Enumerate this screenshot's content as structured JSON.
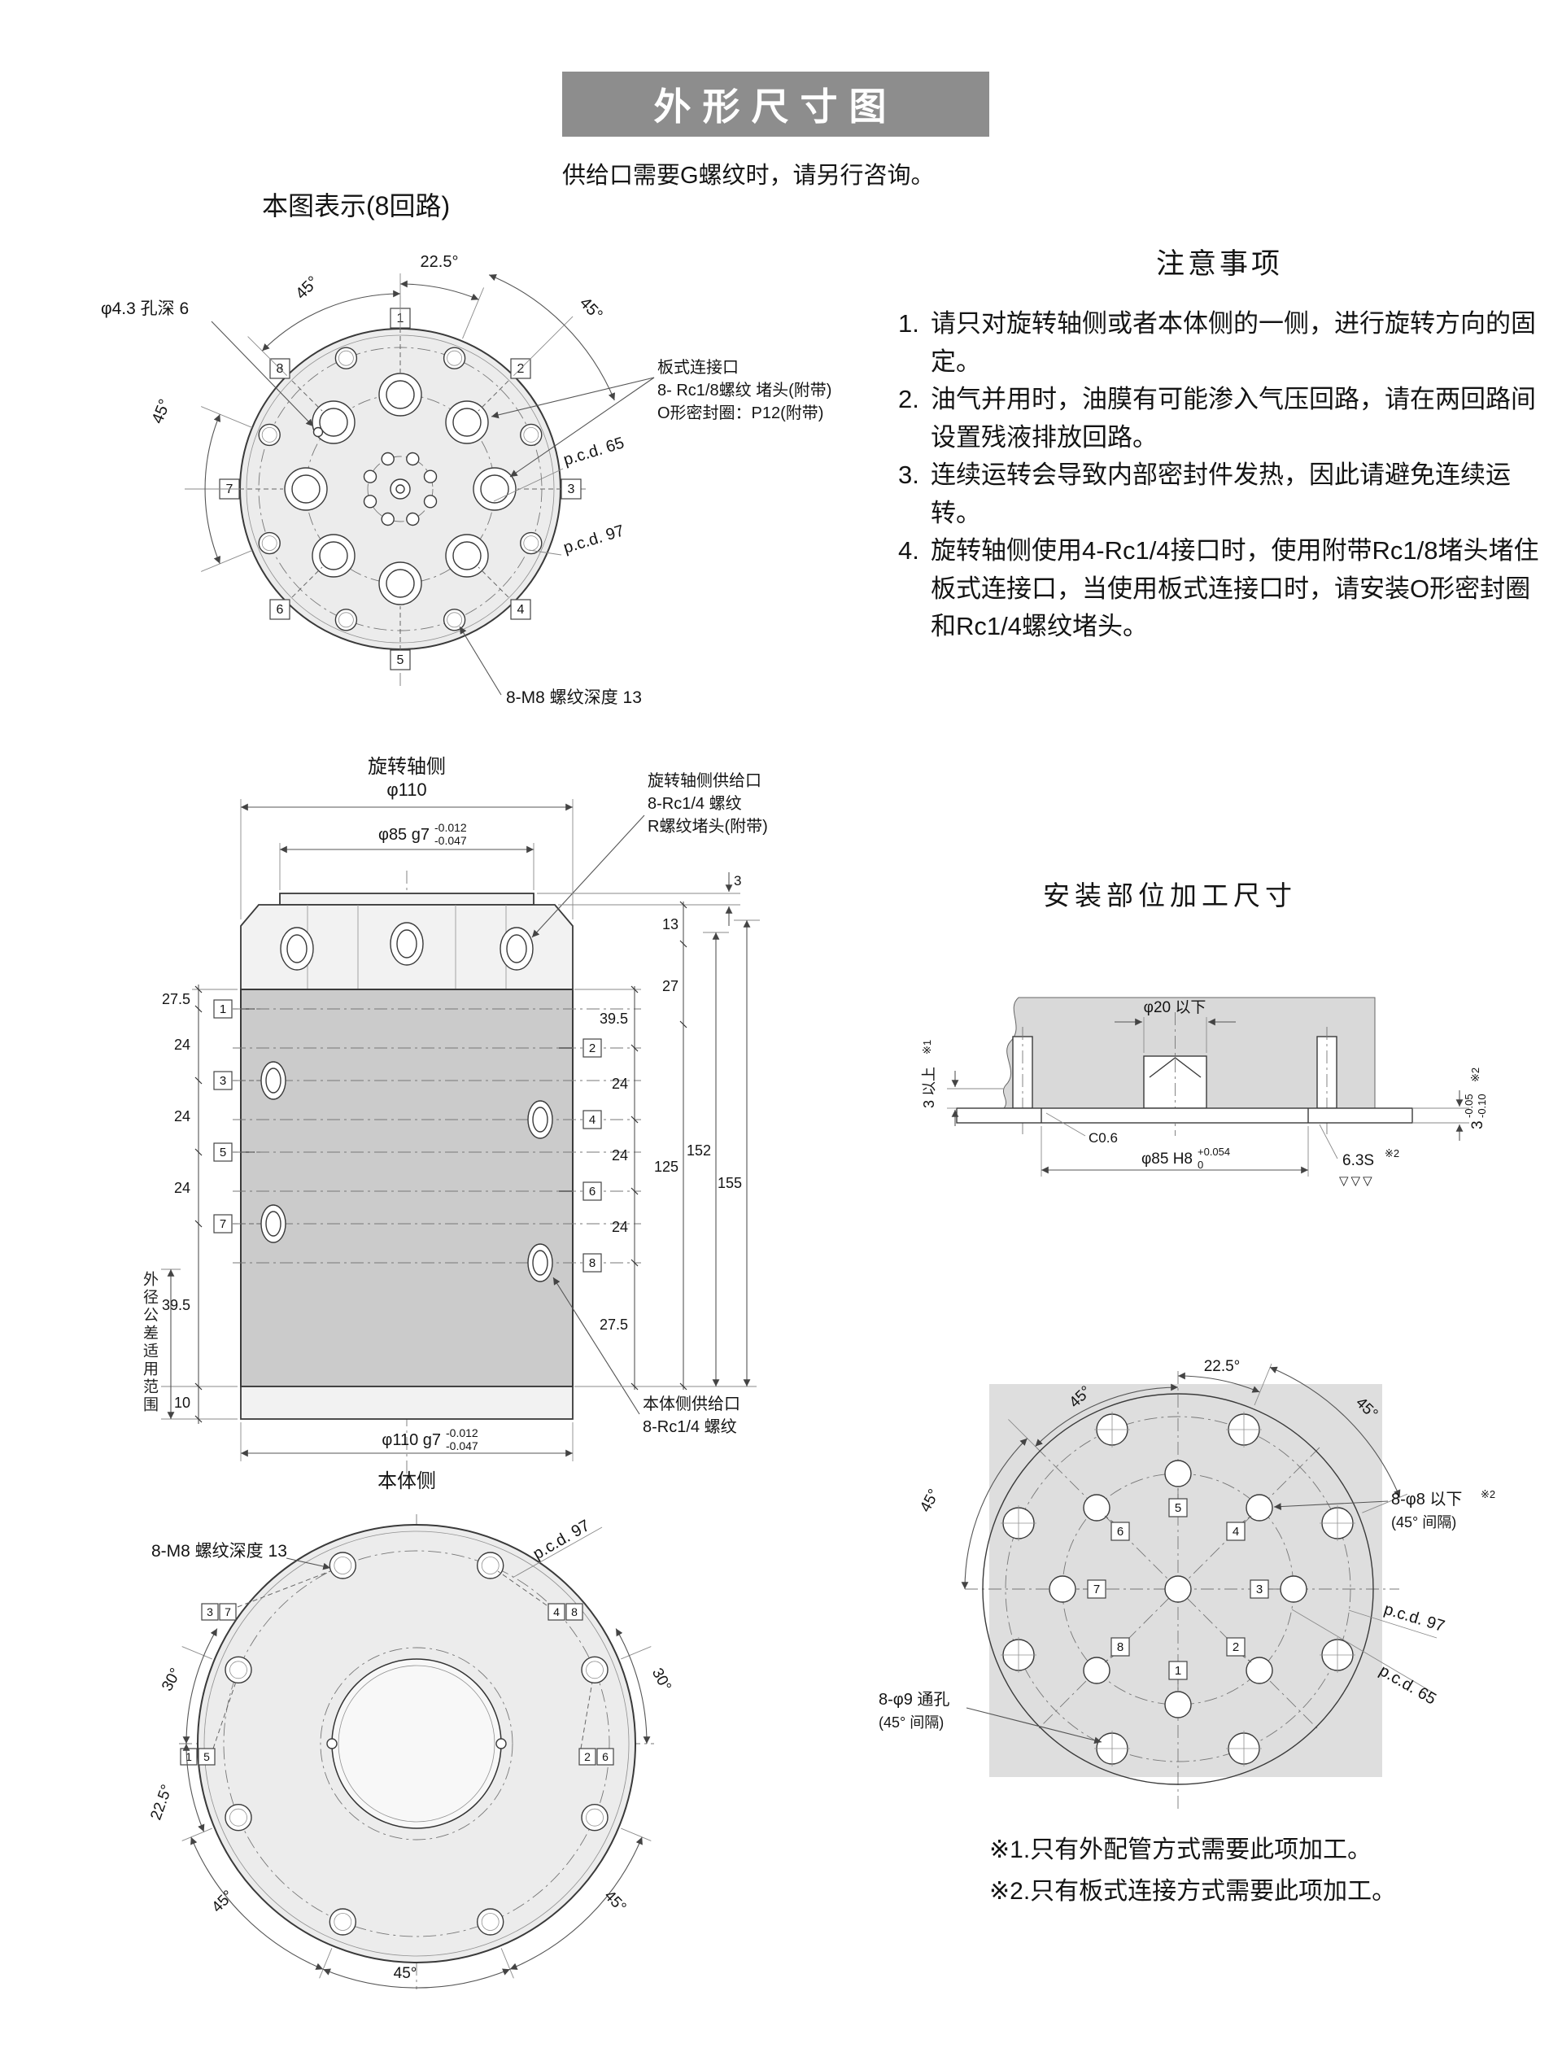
{
  "header": {
    "title": "外形尺寸图",
    "note": "供给口需要G螺纹时，请另行咨询。",
    "figure_label": "本图表示(8回路)"
  },
  "angles": {
    "a45": "45°",
    "a225": "22.5°",
    "a30": "30°"
  },
  "ports": [
    "1",
    "2",
    "3",
    "4",
    "5",
    "6",
    "7",
    "8"
  ],
  "top_view": {
    "hole_note": "φ4.3 孔深 6",
    "plate_port_1": "板式连接口",
    "plate_port_2": "8- Rc1/8螺纹 堵头(附带)",
    "plate_port_3": "O形密封圈：P12(附带)",
    "pcd65": "p.c.d. 65",
    "pcd97": "p.c.d. 97",
    "m8_note": "8-M8 螺纹深度 13"
  },
  "precautions": {
    "title": "注意事项",
    "items": [
      {
        "num": "1.",
        "text": "请只对旋转轴侧或者本体侧的一侧，进行旋转方向的固定。"
      },
      {
        "num": "2.",
        "text": "油气并用时，油膜有可能渗入气压回路，请在两回路间设置残液排放回路。"
      },
      {
        "num": "3.",
        "text": "连续运转会导致内部密封件发热，因此请避免连续运转。"
      },
      {
        "num": "4.",
        "text": "旋转轴侧使用4-Rc1/4接口时，使用附带Rc1/8堵头堵住板式连接口，当使用板式连接口时，请安装O形密封圈和Rc1/4螺纹堵头。"
      }
    ]
  },
  "side_view": {
    "shaft_side": "旋转轴侧",
    "body_side": "本体侧",
    "dia110": "φ110",
    "dia85": "φ85 g7",
    "g_tol_up": "-0.012",
    "g_tol_dn": "-0.047",
    "dia110_g7": "φ110 g7",
    "supply_shaft_1": "旋转轴侧供给口",
    "supply_shaft_2": "8-Rc1/4 螺纹",
    "supply_shaft_3": "R螺纹堵头(附带)",
    "supply_body_1": "本体侧供给口",
    "supply_body_2": "8-Rc1/4 螺纹",
    "tol_range": "外径公差适用范围",
    "d3": "3",
    "d13": "13",
    "d27": "27",
    "d395": "39.5",
    "d24": "24",
    "d275": "27.5",
    "d125": "125",
    "d152": "152",
    "d155": "155",
    "d10": "10"
  },
  "machining": {
    "title": "安装部位加工尺寸",
    "dia20": "φ20 以下",
    "d3min": "3 以上",
    "ref1": "※1",
    "ref2": "※2",
    "d3": "3",
    "tol_up": "-0.05",
    "tol_dn": "-0.10",
    "c06": "C0.6",
    "dia85h8": "φ85 H8",
    "h8_up": "+0.054",
    "h8_dn": "0",
    "finish": "6.3S",
    "finish_mark": "▽▽▽",
    "dia8": "8-φ8 以下",
    "spacing": "(45° 间隔)",
    "pcd97": "p.c.d. 97",
    "pcd65": "p.c.d. 65",
    "dia9": "8-φ9 通孔"
  },
  "bottom_view": {
    "m8_note": "8-M8 螺纹深度 13",
    "pcd97": "p.c.d. 97"
  },
  "footnotes": {
    "n1": "※1.只有外配管方式需要此项加工。",
    "n2": "※2.只有板式连接方式需要此项加工。"
  }
}
